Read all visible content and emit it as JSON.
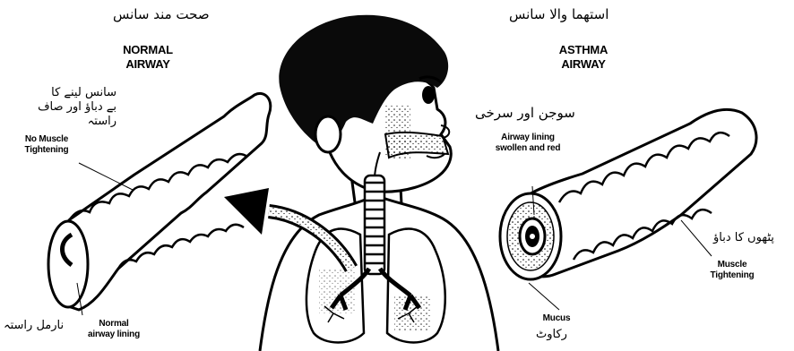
{
  "normal": {
    "urdu_title": "صحت مند سانس",
    "title": "NORMAL\nAIRWAY",
    "urdu_breath": "سانس لینے کا\nبے دباؤ اور صاف راستہ",
    "no_muscle": "No Muscle\nTightening",
    "urdu_airway": "نارمل راستہ",
    "lining": "Normal\nairway lining"
  },
  "asthma": {
    "urdu_title": "استھما والا سانس",
    "title": "ASTHMA\nAIRWAY",
    "urdu_swelling": "سوجن اور سرخی",
    "lining": "Airway lining\nswollen and red",
    "urdu_muscle": "پٹھوں کا دباؤ",
    "muscle": "Muscle\nTightening",
    "mucus": "Mucus",
    "urdu_mucus": "رکاوٹ"
  },
  "colors": {
    "ink": "#000000",
    "paper": "#ffffff",
    "shade": "#9a9a9a"
  }
}
